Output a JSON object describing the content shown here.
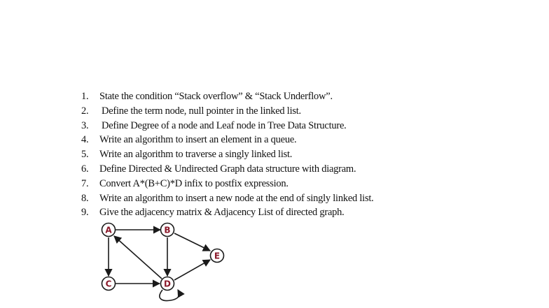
{
  "document": {
    "questions": [
      {
        "number": "1.",
        "text": "State the condition “Stack overflow” & “Stack Underflow”."
      },
      {
        "number": "2.",
        "text": "Define the term node, null pointer in the linked list."
      },
      {
        "number": "3.",
        "text": "Define Degree of a node and Leaf node in Tree Data Structure."
      },
      {
        "number": "4.",
        "text": "Write an algorithm to insert an element in a queue."
      },
      {
        "number": "5.",
        "text": "Write an algorithm to traverse a singly linked list."
      },
      {
        "number": "6.",
        "text": "Define Directed & Undirected Graph data structure with diagram."
      },
      {
        "number": "7.",
        "text": "Convert A*(B+C)*D infix to postfix expression."
      },
      {
        "number": "8.",
        "text": "Write an algorithm to insert a new node at the end of singly linked list."
      },
      {
        "number": "9.",
        "text": "Give the adjacency matrix & Adjacency List of directed graph."
      }
    ],
    "graph": {
      "node_color": "#8b1a2b",
      "edge_color": "#1a1a1a",
      "nodes": [
        {
          "id": "A",
          "label": "A"
        },
        {
          "id": "B",
          "label": "B"
        },
        {
          "id": "C",
          "label": "C"
        },
        {
          "id": "D",
          "label": "D"
        },
        {
          "id": "E",
          "label": "E"
        }
      ],
      "edges": [
        {
          "from": "A",
          "to": "B"
        },
        {
          "from": "A",
          "to": "C"
        },
        {
          "from": "B",
          "to": "D"
        },
        {
          "from": "B",
          "to": "E"
        },
        {
          "from": "C",
          "to": "D"
        },
        {
          "from": "D",
          "to": "A"
        },
        {
          "from": "D",
          "to": "E"
        },
        {
          "from": "D",
          "to": "D"
        }
      ]
    }
  }
}
